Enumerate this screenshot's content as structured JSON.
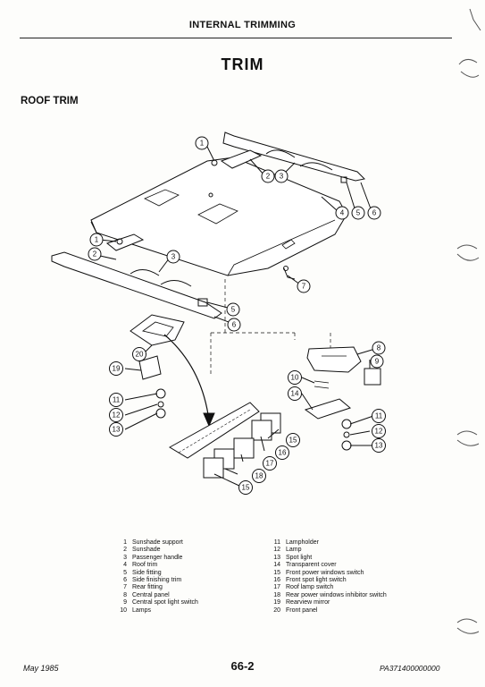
{
  "header": "INTERNAL TRIMMING",
  "title": "TRIM",
  "section": "ROOF TRIM",
  "legend_left": [
    {
      "num": "1",
      "text": "Sunshade support"
    },
    {
      "num": "2",
      "text": "Sunshade"
    },
    {
      "num": "3",
      "text": "Passenger handle"
    },
    {
      "num": "4",
      "text": "Roof trim"
    },
    {
      "num": "5",
      "text": "Side fitting"
    },
    {
      "num": "6",
      "text": "Side finishing trim"
    },
    {
      "num": "7",
      "text": "Rear fitting"
    },
    {
      "num": "8",
      "text": "Central panel"
    },
    {
      "num": "9",
      "text": "Central spot light switch"
    },
    {
      "num": "10",
      "text": "Lamps"
    }
  ],
  "legend_right": [
    {
      "num": "11",
      "text": "Lampholder"
    },
    {
      "num": "12",
      "text": "Lamp"
    },
    {
      "num": "13",
      "text": "Spot light"
    },
    {
      "num": "14",
      "text": "Transparent cover"
    },
    {
      "num": "15",
      "text": "Front power windows switch"
    },
    {
      "num": "16",
      "text": "Front spot light switch"
    },
    {
      "num": "17",
      "text": "Roof lamp switch"
    },
    {
      "num": "18",
      "text": "Rear power windows inhibitor switch"
    },
    {
      "num": "19",
      "text": "Rearview mirror"
    },
    {
      "num": "20",
      "text": "Front panel"
    }
  ],
  "callouts": [
    "1",
    "2",
    "3",
    "4",
    "5",
    "6",
    "1",
    "2",
    "3",
    "7",
    "5",
    "6",
    "20",
    "19",
    "11",
    "12",
    "13",
    "8",
    "9",
    "10",
    "14",
    "11",
    "12",
    "13",
    "15",
    "16",
    "17",
    "18",
    "15"
  ],
  "footer": {
    "date": "May 1985",
    "page": "66-2",
    "code": "PA371400000000"
  }
}
